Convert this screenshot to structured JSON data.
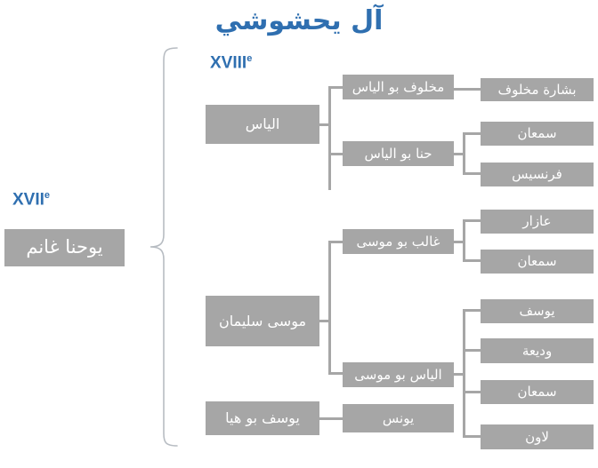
{
  "title": "آل يحشوشي",
  "colors": {
    "title": "#2f6fb0",
    "node_bg": "#a6a6a6",
    "node_text": "#ffffff",
    "connector": "#a6a6a6",
    "brace": "#b7bcc2",
    "background": "#ffffff"
  },
  "centuries": [
    {
      "id": "c17",
      "roman": "XVII",
      "suffix": "e"
    },
    {
      "id": "c18",
      "roman": "XVIII",
      "suffix": "e"
    }
  ],
  "tree": {
    "root": {
      "label": "يوحنا غانم"
    },
    "generation2": [
      {
        "label": "الياس"
      },
      {
        "label": "موسى سليمان"
      },
      {
        "label": "يوسف بو هيا"
      }
    ],
    "generation3": [
      {
        "label": "مخلوف بو الياس"
      },
      {
        "label": "حنا بو الياس"
      },
      {
        "label": "غالب بو موسى"
      },
      {
        "label": "الياس بو موسى"
      },
      {
        "label": "يونس"
      }
    ],
    "generation4": [
      {
        "label": "بشارة مخلوف"
      },
      {
        "label": "سمعان"
      },
      {
        "label": "فرنسيس"
      },
      {
        "label": "عازار"
      },
      {
        "label": "سمعان"
      },
      {
        "label": "يوسف"
      },
      {
        "label": "وديعة"
      },
      {
        "label": "سمعان"
      },
      {
        "label": "لاون"
      }
    ]
  }
}
